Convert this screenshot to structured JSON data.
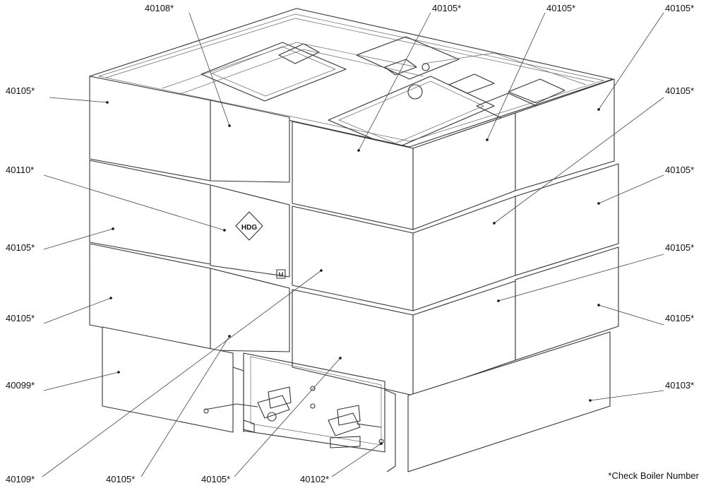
{
  "parts": [
    {
      "id": "p1",
      "label": "40108*"
    },
    {
      "id": "p2",
      "label": "40105*"
    },
    {
      "id": "p3",
      "label": "40105*"
    },
    {
      "id": "p4",
      "label": "40105*"
    },
    {
      "id": "p5",
      "label": "40105*"
    },
    {
      "id": "p6",
      "label": "40105*"
    },
    {
      "id": "p7",
      "label": "40110*"
    },
    {
      "id": "p8",
      "label": "40105*"
    },
    {
      "id": "p9",
      "label": "40105*"
    },
    {
      "id": "p10",
      "label": "40105*"
    },
    {
      "id": "p11",
      "label": "40105*"
    },
    {
      "id": "p12",
      "label": "40105*"
    },
    {
      "id": "p13",
      "label": "40099*"
    },
    {
      "id": "p14",
      "label": "40103*"
    },
    {
      "id": "p15",
      "label": "40109*"
    },
    {
      "id": "p16",
      "label": "40105*"
    },
    {
      "id": "p17",
      "label": "40105*"
    },
    {
      "id": "p18",
      "label": "40102*"
    }
  ],
  "logo_text": "HDG",
  "marker_text": "M",
  "footnote": "*Check Boiler Number"
}
